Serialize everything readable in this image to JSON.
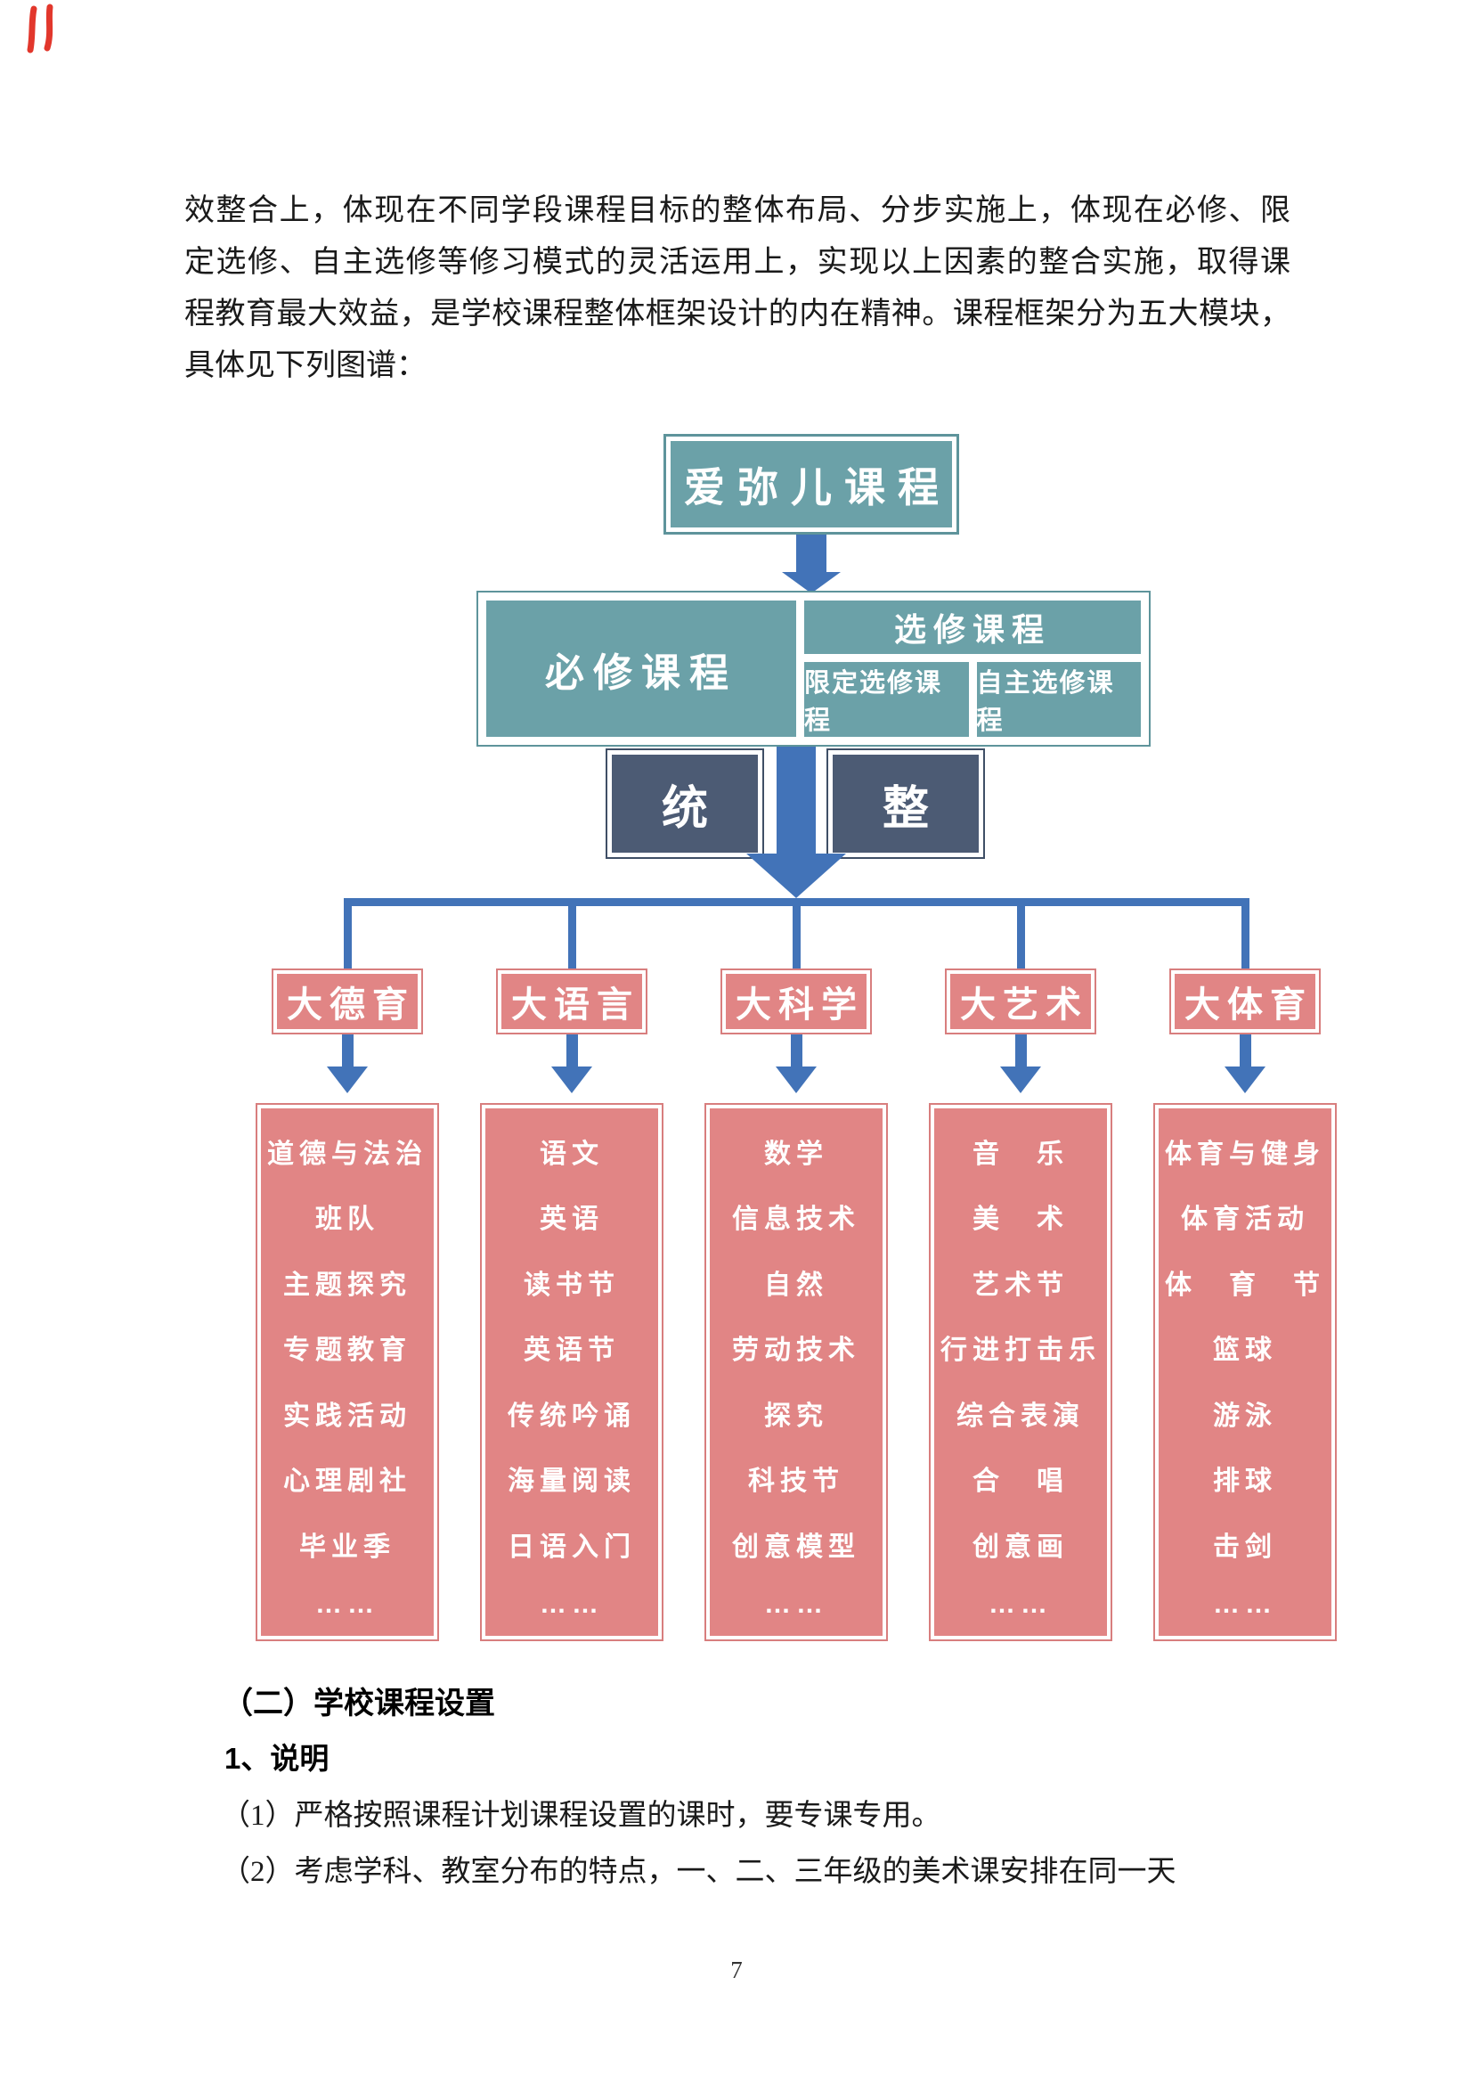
{
  "paragraph": {
    "line1": "效整合上，体现在不同学段课程目标的整体布局、分步实施上，体现在必修、限",
    "line2": "定选修、自主选修等修习模式的灵活运用上，实现以上因素的整合实施，取得课",
    "line3": "程教育最大效益，是学校课程整体框架设计的内在精神。课程框架分为五大模块，",
    "line4": "具体见下列图谱："
  },
  "diagram": {
    "root_label": "爱弥儿课程",
    "required_label": "必修课程",
    "elective_label": "选修课程",
    "limited_elective_label": "限定选修课程",
    "self_elective_label": "自主选修课程",
    "unify_label": "统",
    "integrate_label": "整",
    "branches": [
      {
        "label": "大德育",
        "items": [
          "道德与法治",
          "班队",
          "主题探究",
          "专题教育",
          "实践活动",
          "心理剧社",
          "毕业季",
          "……"
        ]
      },
      {
        "label": "大语言",
        "items": [
          "语文",
          "英语",
          "读书节",
          "英语节",
          "传统吟诵",
          "海量阅读",
          "日语入门",
          "……"
        ]
      },
      {
        "label": "大科学",
        "items": [
          "数学",
          "信息技术",
          "自然",
          "劳动技术",
          "探究",
          "科技节",
          "创意模型",
          "……"
        ]
      },
      {
        "label": "大艺术",
        "items": [
          "音　乐",
          "美　术",
          "艺术节",
          "行进打击乐",
          "综合表演",
          "合　唱",
          "创意画",
          "……"
        ]
      },
      {
        "label": "大体育",
        "items": [
          "体育与健身",
          "体育活动",
          "体　育　节",
          "篮球",
          "游泳",
          "排球",
          "击剑",
          "……"
        ]
      }
    ],
    "colors": {
      "teal": "#6ba1a8",
      "slate": "#4c5b74",
      "salmon": "#e18585",
      "arrow_blue": "#4273b8"
    }
  },
  "footer_text": {
    "section_heading": "（二）学校课程设置",
    "sub_heading": "1、说明",
    "note1": "（1）严格按照课程计划课程设置的课时，要专课专用。",
    "note2": "（2）考虑学科、教室分布的特点，一、二、三年级的美术课安排在同一天",
    "page_number": "7"
  }
}
